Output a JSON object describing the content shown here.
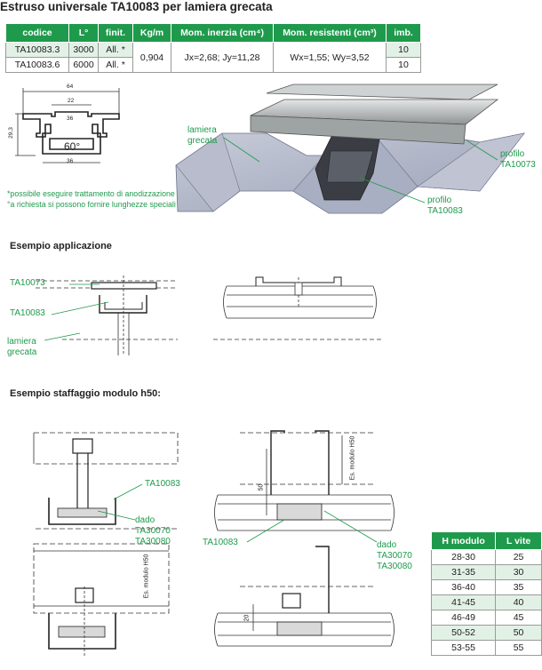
{
  "title": "Estruso universale TA10083 per lamiera grecata",
  "spec_table": {
    "headers": [
      "codice",
      "L°",
      "finit.",
      "Kg/m",
      "Mom. inerzia (cm⁴)",
      "Mom. resistenti (cm³)",
      "imb."
    ],
    "rows": [
      {
        "codice": "TA10083.3",
        "L": "3000",
        "finit": "All. *",
        "imb": "10"
      },
      {
        "codice": "TA10083.6",
        "L": "6000",
        "finit": "All. *",
        "imb": "10"
      }
    ],
    "kgm": "0,904",
    "inerzia": "Jx=2,68; Jy=11,28",
    "resistenti": "Wx=1,55; Wy=3,52"
  },
  "profile_drawing": {
    "dim_64": "64",
    "dim_22": "22",
    "dim_36_top": "36",
    "dim_36_bottom": "36",
    "dim_height": "29,3",
    "angle": "60°"
  },
  "notes": [
    "*possibile eseguire trattamento di anodizzazione",
    "°a richiesta si possono fornire lunghezze speciali"
  ],
  "iso_labels": {
    "lamiera": [
      "lamiera",
      "grecata"
    ],
    "profilo_73": [
      "profilo",
      "TA10073"
    ],
    "profilo_83": [
      "profilo",
      "TA10083"
    ]
  },
  "section_application": "Esempio applicazione",
  "application_labels": {
    "ta10073": "TA10073",
    "ta10083": "TA10083",
    "lamiera": [
      "lamiera",
      "grecata"
    ]
  },
  "section_mounting": "Esempio staffaggio modulo h50:",
  "mounting_labels": {
    "ta10083_right": "TA10083",
    "dado_left": [
      "dado",
      "TA30070",
      "TA30080"
    ],
    "ta10083_bottom": "TA10083",
    "dado_right": [
      "dado",
      "TA30070",
      "TA30080"
    ],
    "es_modulo": "Es. modulo H50",
    "dim_50": "50",
    "dim_20": "20"
  },
  "module_table": {
    "headers": [
      "H modulo",
      "L vite"
    ],
    "rows": [
      [
        "28-30",
        "25"
      ],
      [
        "31-35",
        "30"
      ],
      [
        "36-40",
        "35"
      ],
      [
        "41-45",
        "40"
      ],
      [
        "46-49",
        "45"
      ],
      [
        "50-52",
        "50"
      ],
      [
        "53-55",
        "55"
      ]
    ]
  },
  "colors": {
    "accent": "#1f9a4c",
    "light": "#e2f1e6"
  }
}
